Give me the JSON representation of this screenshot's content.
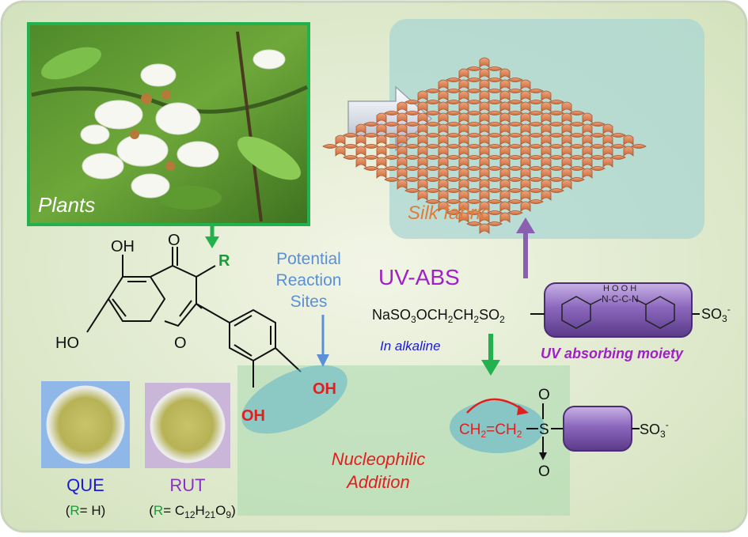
{
  "photo": {
    "caption": "Plants"
  },
  "fabric": {
    "caption": "Silk fabric"
  },
  "reaction_sites": {
    "line1": "Potential",
    "line2": "Reaction",
    "line3": "Sites"
  },
  "uv_abs": {
    "title": "UV-ABS",
    "formula_prefix": "NaSO",
    "formula_main": "OCH",
    "formula_mid": "CH",
    "formula_end": "SO",
    "sub3": "3",
    "sub2": "2",
    "so3": "SO",
    "minus": "-",
    "condition": "In alkaline",
    "moiety_label": "UV absorbing moiety"
  },
  "molecule": {
    "oh": "OH",
    "o": "O",
    "ho": "HO",
    "r": "R"
  },
  "samples": [
    {
      "name": "QUE",
      "r_label": "R",
      "r_value": "= H",
      "open": "(",
      "close": ")",
      "color": "#1a1ad6"
    },
    {
      "name": "RUT",
      "r_label": "R",
      "r_value": "= C",
      "r_sub1": "12",
      "r_h": "H",
      "r_sub2": "21",
      "r_o": "O",
      "r_sub3": "9",
      "open": "(",
      "close": ")",
      "color": "#8b2fc9"
    }
  ],
  "nucleophilic": {
    "line1": "Nucleophilic",
    "line2": "Addition"
  },
  "product": {
    "ch2a": "CH",
    "eq": "=CH",
    "s": "S",
    "o": "O",
    "so3": "SO"
  },
  "colors": {
    "bg": "#e3ecd3",
    "green_arrow": "#22b14c",
    "purple": "#8a5fb0",
    "blue_label": "#5b8fd6",
    "orange": "#e07b39",
    "red": "#e02020"
  }
}
